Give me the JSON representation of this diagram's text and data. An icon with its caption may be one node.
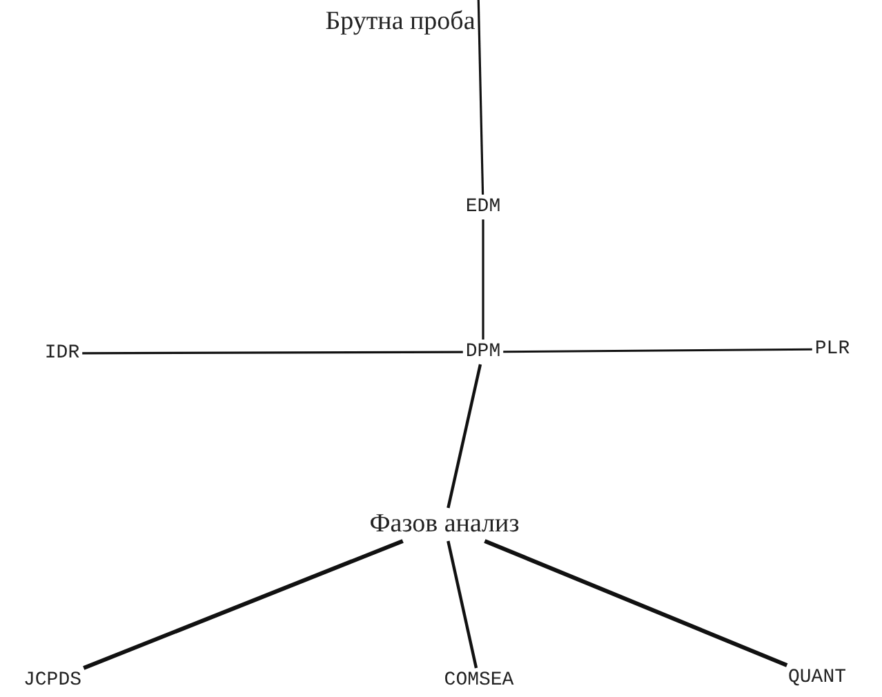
{
  "diagram": {
    "nodes": [
      {
        "text": [
          "Брутна проба"
        ]
      },
      {
        "text": [
          "EDM"
        ]
      },
      {
        "text": [
          "IDR"
        ]
      },
      {
        "text": [
          "DPM"
        ]
      },
      {
        "text": [
          "PLR"
        ]
      },
      {
        "text": [
          "Фазов анализ"
        ]
      },
      {
        "text": [
          "JCPDS"
        ]
      },
      {
        "text": [
          "COMSEA"
        ]
      },
      {
        "text": [
          "QUANT"
        ]
      }
    ],
    "edges": [
      {
        "from": 0,
        "to": 1,
        "arrow": "none"
      },
      {
        "from": 1,
        "to": 3,
        "arrow": "none"
      },
      {
        "from": 3,
        "to": 2,
        "arrow": "none"
      },
      {
        "from": 3,
        "to": 4,
        "arrow": "none"
      },
      {
        "from": 3,
        "to": 5,
        "arrow": "none"
      },
      {
        "from": 5,
        "to": 6,
        "arrow": "none"
      },
      {
        "from": 5,
        "to": 7,
        "arrow": "none"
      },
      {
        "from": 5,
        "to": 8,
        "arrow": "none"
      }
    ]
  }
}
